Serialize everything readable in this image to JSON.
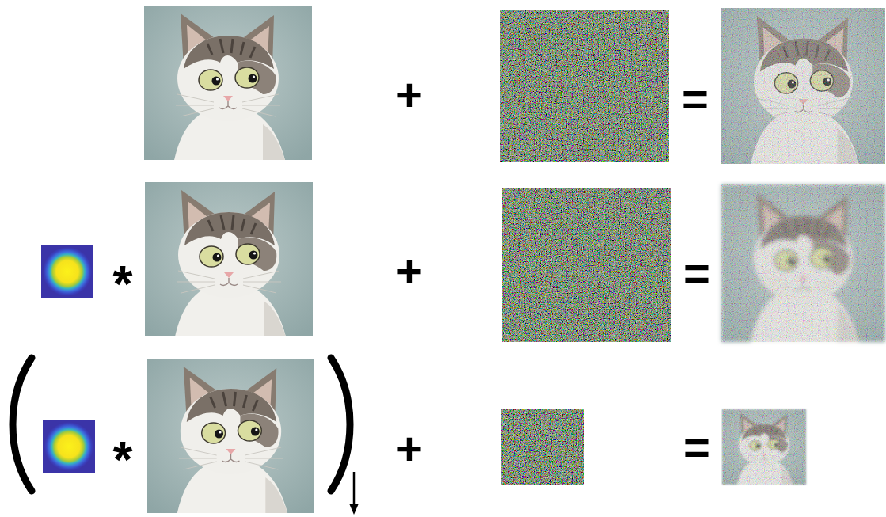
{
  "diagram": {
    "labels": [
      "+",
      "=",
      "*",
      "+",
      "=",
      "*",
      "+",
      "="
    ]
  }
}
